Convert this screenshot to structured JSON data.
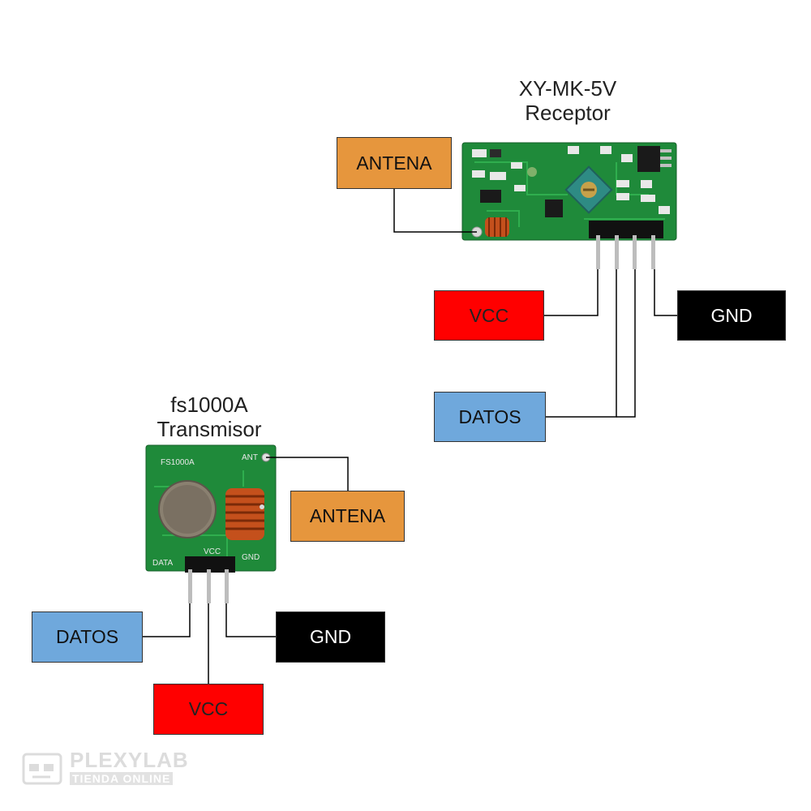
{
  "receiver": {
    "title_line1": "XY-MK-5V",
    "title_line2": "Receptor",
    "labels": {
      "antenna": "ANTENA",
      "vcc": "VCC",
      "gnd": "GND",
      "data": "DATOS"
    }
  },
  "transmitter": {
    "title_line1": "fs1000A",
    "title_line2": "Transmisor",
    "board_text": {
      "model": "FS1000A",
      "ant": "ANT",
      "data": "DATA",
      "vcc": "VCC",
      "gnd": "GND"
    },
    "labels": {
      "antenna": "ANTENA",
      "vcc": "VCC",
      "gnd": "GND",
      "data": "DATOS"
    }
  },
  "watermark": {
    "brand": "PLEXYLAB",
    "tagline": "TIENDA ONLINE"
  },
  "colors": {
    "antenna": "#e6963d",
    "vcc": "#ff0000",
    "gnd": "#000000",
    "data": "#6fa8dc",
    "pcb": "#1f8a3a"
  }
}
